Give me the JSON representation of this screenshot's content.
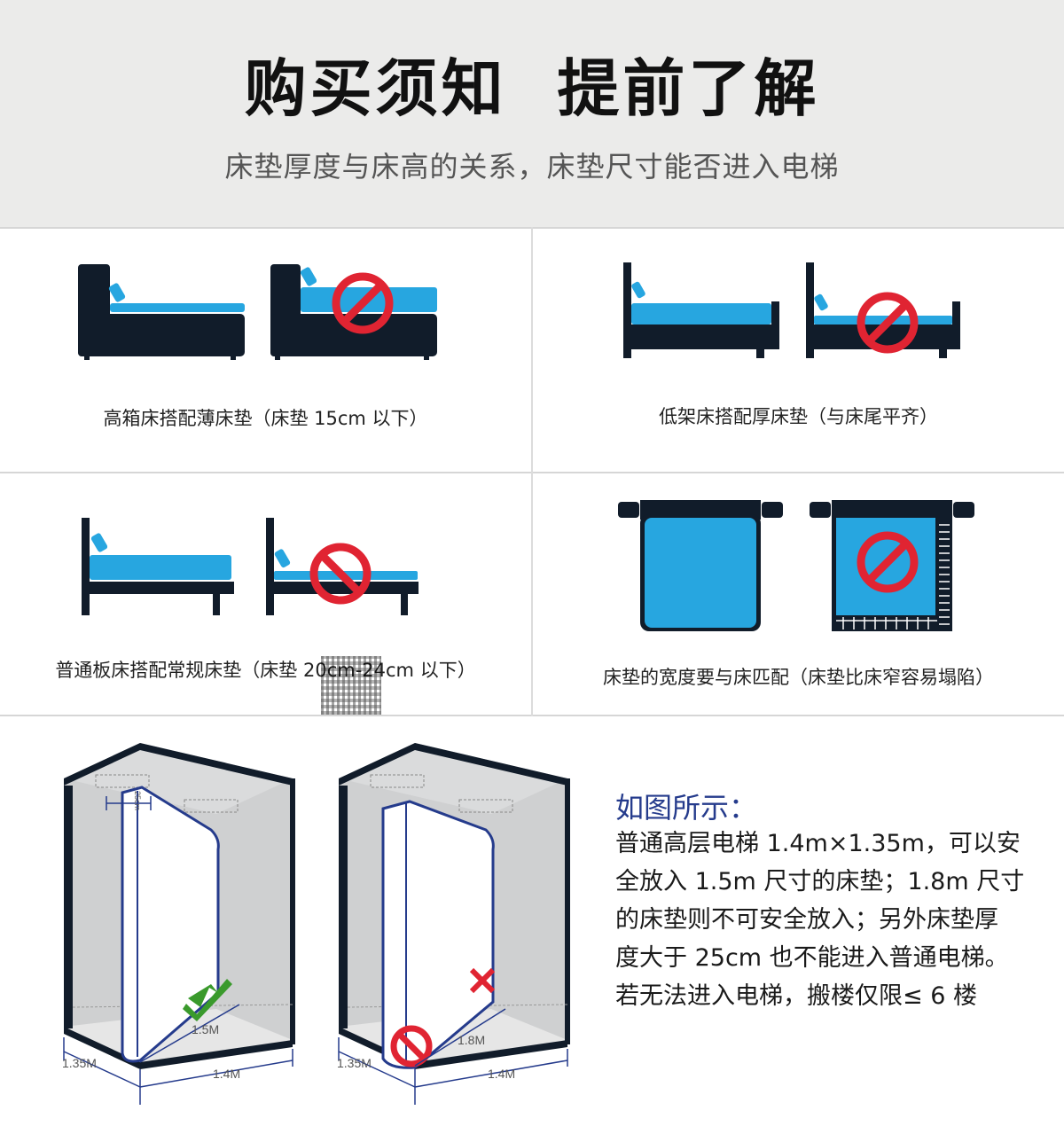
{
  "header": {
    "title": "购买须知  提前了解",
    "subtitle": "床垫厚度与床高的关系，床垫尺寸能否进入电梯"
  },
  "panels": [
    {
      "caption": "高箱床搭配薄床垫（床垫 15cm 以下）"
    },
    {
      "caption": "低架床搭配厚床垫（与床尾平齐）"
    },
    {
      "caption": "普通板床搭配常规床垫（床垫 20cm-24cm 以下）"
    },
    {
      "caption": "床垫的宽度要与床匹配（床垫比床窄容易塌陷）"
    }
  ],
  "elevator": {
    "left": {
      "depth_label": "1.35M",
      "width_label": "1.4M",
      "mattress_label": "1.5M",
      "thickness_label": "25cm"
    },
    "right": {
      "depth_label": "1.35M",
      "width_label": "1.4M",
      "mattress_label": "1.8M"
    }
  },
  "note": {
    "heading": "如图所示：",
    "lines": [
      "普通高层电梯 1.4m×1.35m，可以安",
      "全放入 1.5m 尺寸的床垫；1.8m 尺寸",
      "的床垫则不可安全放入；另外床垫厚",
      "度大于 25cm 也不能进入普通电梯。",
      "若无法进入电梯，搬楼仅限≤ 6 楼"
    ]
  },
  "colors": {
    "header_bg": "#ebebea",
    "frame": "#111c2a",
    "mattress": "#27a6e0",
    "prohibit": "#e02432",
    "check": "#3a9a2c",
    "outline_blue": "#253b8c"
  }
}
